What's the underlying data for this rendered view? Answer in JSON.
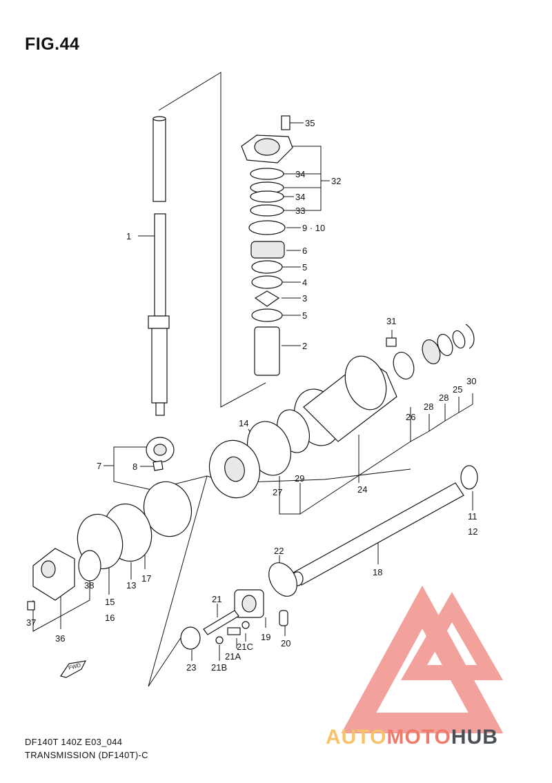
{
  "figure": {
    "title": "FIG.44",
    "footer_code": "DF140T 140Z E03_044",
    "footer_name": "TRANSMISSION (DF140T)-C",
    "fwd_label": "FWD"
  },
  "callouts": [
    "1",
    "2",
    "3",
    "4",
    "5",
    "5",
    "6",
    "7",
    "8",
    "9 · 10",
    "11",
    "12",
    "13",
    "14",
    "15",
    "16",
    "17",
    "18",
    "19",
    "20",
    "21",
    "21A",
    "21B",
    "21C",
    "22",
    "23",
    "24",
    "25",
    "26",
    "27",
    "28",
    "28",
    "29",
    "30",
    "31",
    "32",
    "33",
    "34",
    "34",
    "35",
    "36",
    "37",
    "38"
  ],
  "watermark": {
    "brand_part1": "AUTO",
    "brand_part2": "MOTO",
    "brand_part3": "HUB",
    "colors": {
      "auto": "#f7c26a",
      "moto": "#ee7a6a",
      "hub": "#4a4f57",
      "logo": "#f08a85"
    }
  }
}
